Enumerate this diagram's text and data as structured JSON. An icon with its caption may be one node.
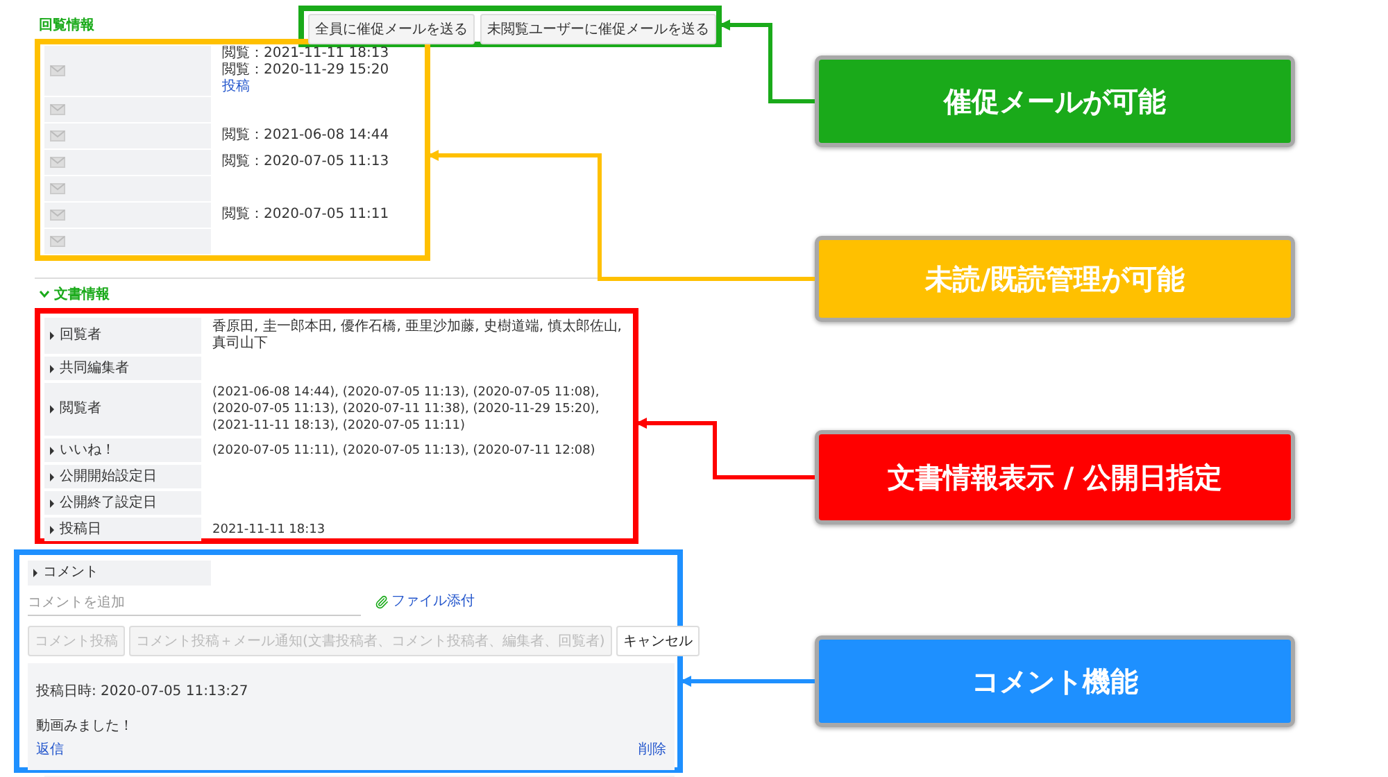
{
  "diagram": {
    "nodes": [
      {
        "text": [],
        "shape": "box"
      },
      {
        "text": [
          "催促メールが可能"
        ]
      },
      {
        "text": [],
        "shape": "box"
      },
      {
        "text": [
          "未読/既読管理が可能"
        ]
      },
      {
        "text": [],
        "shape": "box"
      },
      {
        "text": [
          "文書情報表示 / 公開日指定"
        ]
      },
      {
        "text": [],
        "shape": "box"
      },
      {
        "text": [
          "コメント機能"
        ]
      }
    ],
    "edges": [
      {
        "from": 1,
        "to": 0,
        "arrow": "to",
        "color": "#1aaa1a"
      },
      {
        "from": 3,
        "to": 2,
        "arrow": "to",
        "color": "#ffc000"
      },
      {
        "from": 5,
        "to": 4,
        "arrow": "to",
        "color": "#ff0000"
      },
      {
        "from": 7,
        "to": 6,
        "arrow": "to",
        "color": "#1e90ff"
      }
    ],
    "labels": [
      "回覧情報",
      "全員に催促メールを送る",
      "未閲覧ユーザーに催促メールを送る",
      "閲覧：2021-11-11 18:13",
      "閲覧：2020-11-29 15:20",
      "投稿",
      "閲覧：2021-06-08 14:44",
      "閲覧：2020-07-05 11:13",
      "閲覧：2020-07-05 11:11",
      "文書情報",
      "回覧者",
      "香原田, 圭一郎本田, 優作石橋, 亜里沙加藤, 史樹道端, 慎太郎佐山, 真司山下",
      "共同編集者",
      "閲覧者",
      "(2021-06-08 14:44), (2020-07-05 11:13), (2020-07-05 11:08), (2020-07-05 11:13), (2020-07-11 11:38), (2020-11-29 15:20), (2021-11-11 18:13), (2020-07-05 11:11)",
      "いいね！",
      "(2020-07-05 11:11), (2020-07-05 11:13), (2020-07-11 12:08)",
      "公開開始設定日",
      "公開終了設定日",
      "投稿日",
      "2021-11-11 18:13",
      "コメント",
      "コメントを追加",
      "ファイル添付",
      "コメント投稿",
      "コメント投稿＋メール通知(文書投稿者、コメント投稿者、編集者、回覧者)",
      "キャンセル",
      "投稿日時: 2020-07-05 11:13:27",
      "動画みました！",
      "返信",
      "削除"
    ]
  }
}
